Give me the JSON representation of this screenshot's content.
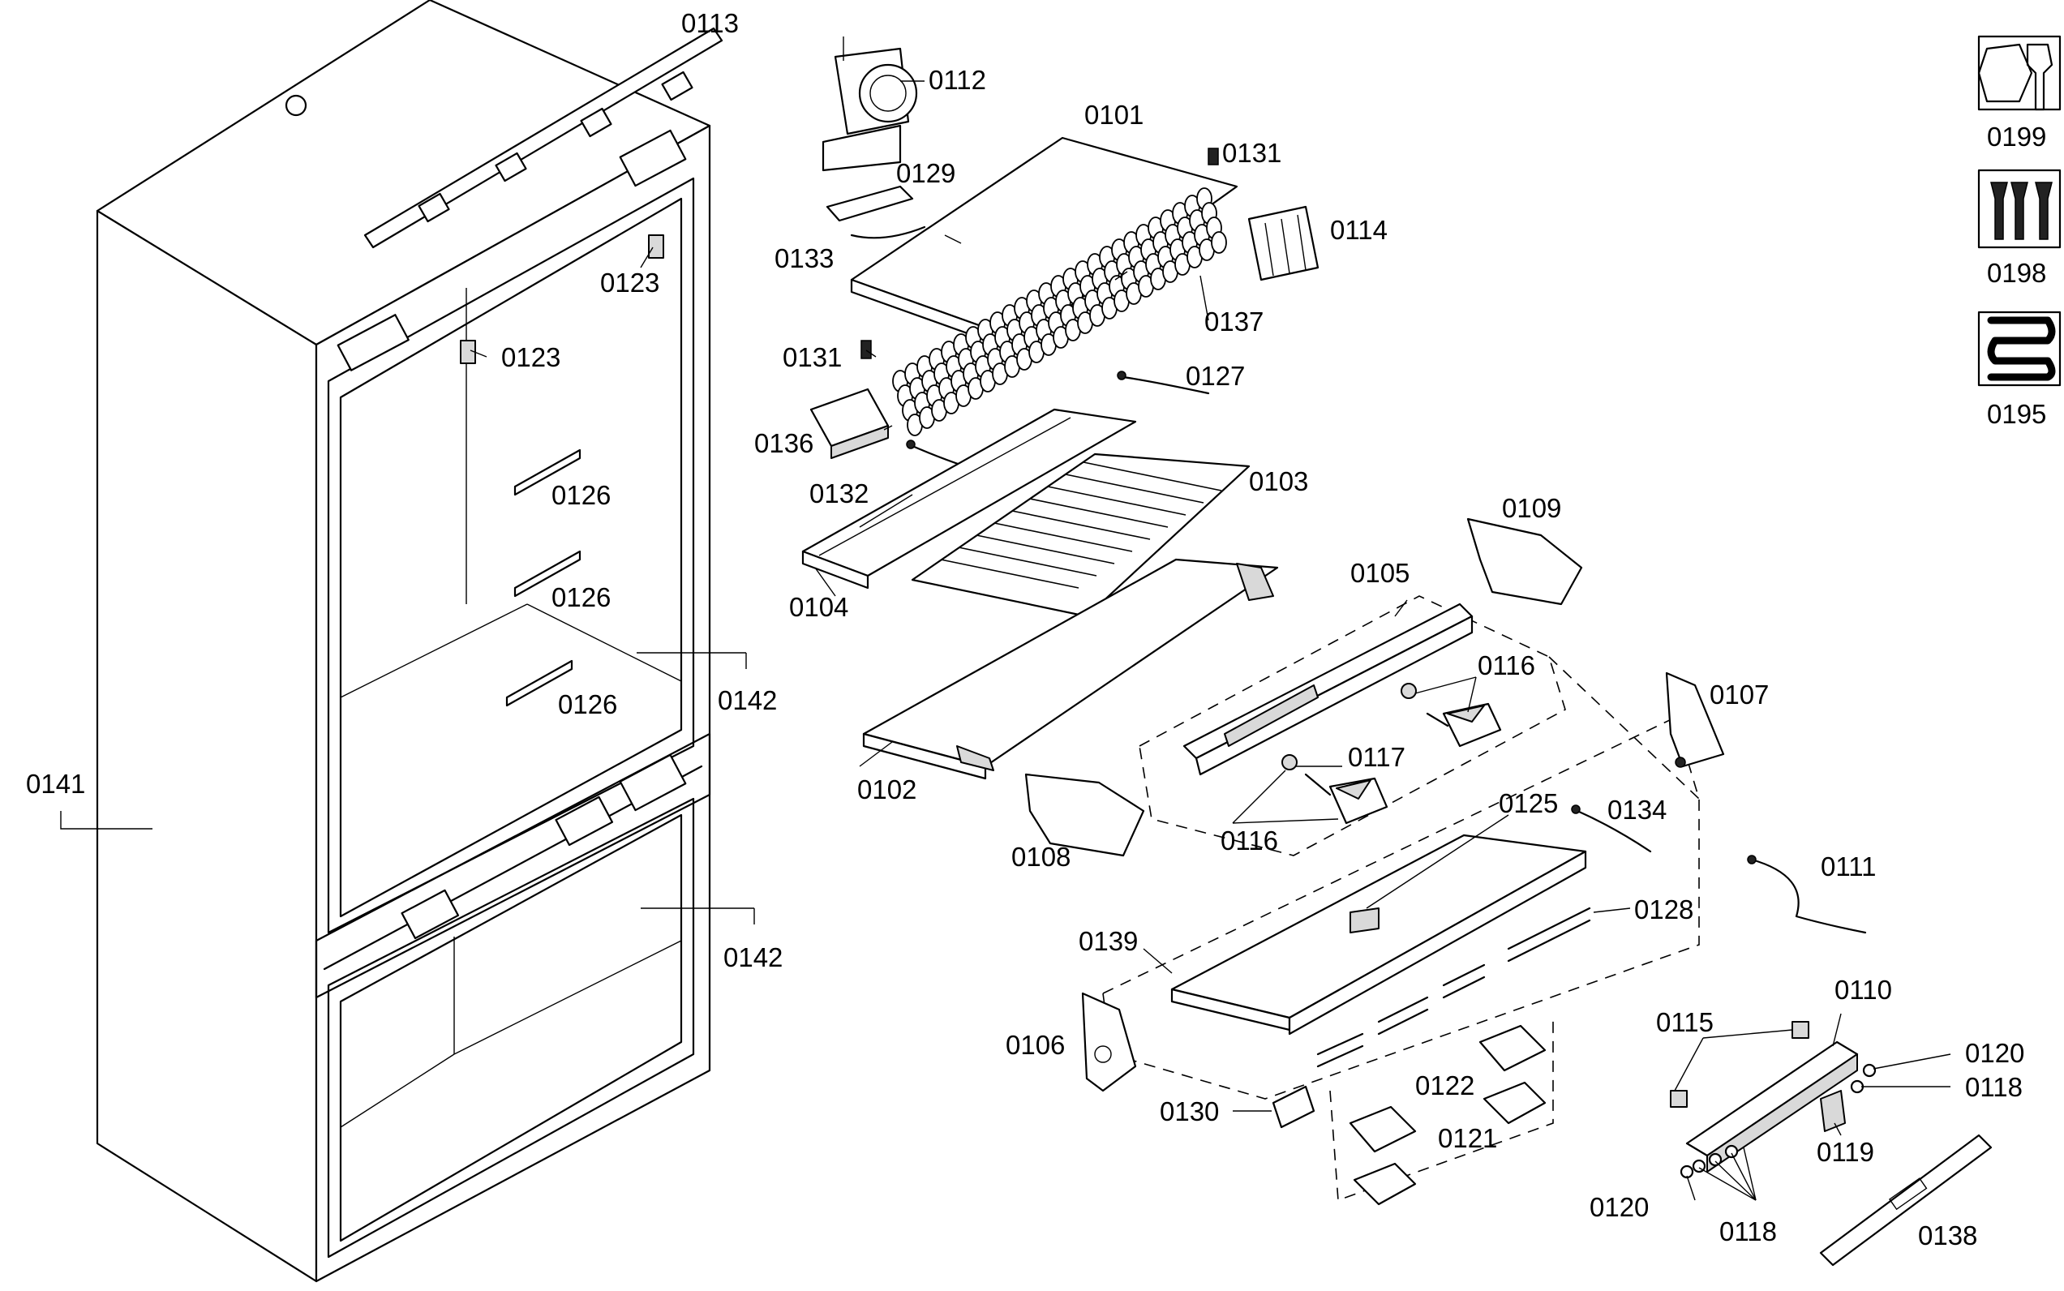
{
  "labels": {
    "p0101": "0101",
    "p0102": "0102",
    "p0103": "0103",
    "p0104": "0104",
    "p0105": "0105",
    "p0106": "0106",
    "p0107": "0107",
    "p0108": "0108",
    "p0109": "0109",
    "p0110": "0110",
    "p0111": "0111",
    "p0112": "0112",
    "p0113": "0113",
    "p0114": "0114",
    "p0115": "0115",
    "p0116a": "0116",
    "p0116b": "0116",
    "p0117": "0117",
    "p0118a": "0118",
    "p0118b": "0118",
    "p0119": "0119",
    "p0120a": "0120",
    "p0120b": "0120",
    "p0121": "0121",
    "p0122": "0122",
    "p0123a": "0123",
    "p0123b": "0123",
    "p0125": "0125",
    "p0126a": "0126",
    "p0126b": "0126",
    "p0126c": "0126",
    "p0127": "0127",
    "p0128": "0128",
    "p0129": "0129",
    "p0130": "0130",
    "p0131a": "0131",
    "p0131b": "0131",
    "p0132": "0132",
    "p0133": "0133",
    "p0134": "0134",
    "p0136": "0136",
    "p0137": "0137",
    "p0138": "0138",
    "p0139": "0139",
    "p0141": "0141",
    "p0142a": "0142",
    "p0142b": "0142",
    "p0195": "0195",
    "p0198": "0198",
    "p0199": "0199"
  },
  "icons": {
    "wrench_nut": "wrench-nut-icon",
    "screws": "screws-icon",
    "coil": "coil-icon"
  },
  "colors": {
    "line": "#000000",
    "background": "#ffffff"
  }
}
